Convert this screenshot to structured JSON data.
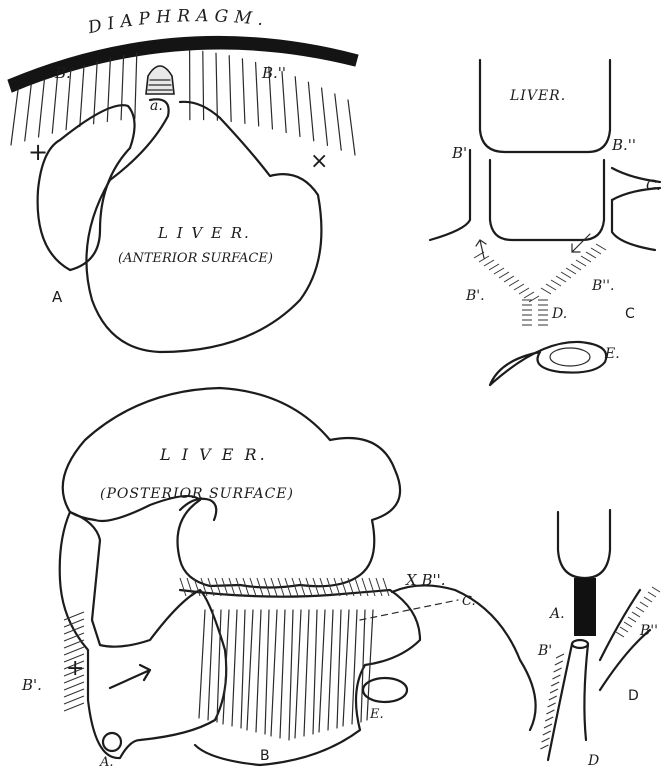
{
  "figure": {
    "panel_a": {
      "diaphragm_label": "DIAPHRAGM.",
      "liver_label": "L I V E R.",
      "liver_sub": "(ANTERIOR   SURFACE)",
      "left_bundle": "B.'",
      "right_bundle": "B.''",
      "node_label": "a.",
      "left_mark": "+",
      "right_mark": "×",
      "panel_letter": "A"
    },
    "panel_c": {
      "liver_label": "LIVER.",
      "left_bundle": "B'",
      "right_bundle": "B.''",
      "c_label": "C.",
      "lower_left": "B'.",
      "lower_right": "B''.",
      "d_label": "D.",
      "e_label": "E.",
      "panel_letter": "C"
    },
    "panel_b": {
      "liver_label": "L I V E R.",
      "liver_sub": "(POSTERIOR   SURFACE)",
      "left_bundle": "B'.",
      "right_mark": "X B''.",
      "c_label": "C.",
      "e_label": "E.",
      "a_label": "A.",
      "left_mark": "+",
      "panel_letter": "B"
    },
    "panel_d": {
      "a_label": "A.",
      "left_bundle": "B'",
      "right_bundle": "B''",
      "bottom_label": "D",
      "panel_letter": "D"
    }
  }
}
